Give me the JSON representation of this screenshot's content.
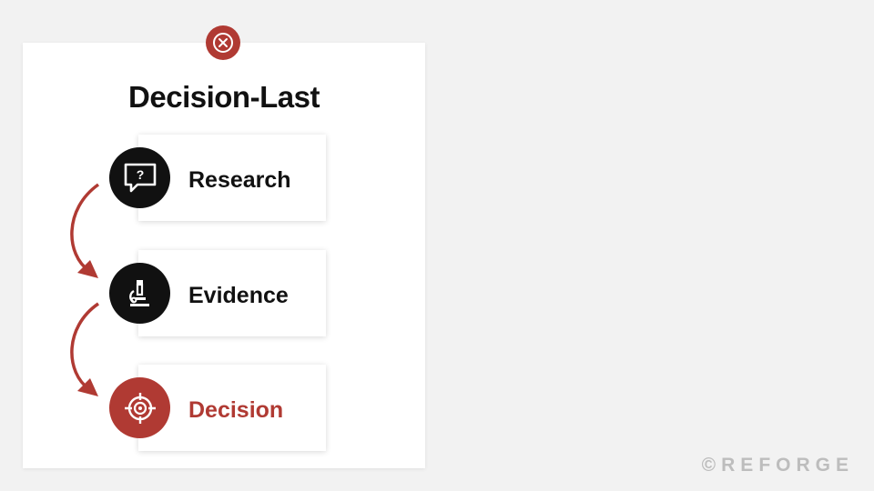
{
  "title": "Decision-Last",
  "steps": [
    {
      "label": "Research",
      "icon": "question-bubble-icon"
    },
    {
      "label": "Evidence",
      "icon": "microscope-icon"
    },
    {
      "label": "Decision",
      "icon": "target-icon"
    }
  ],
  "close_icon": "close-circle-icon",
  "brand": "©REFORGE",
  "colors": {
    "accent": "#b03a33",
    "icon_dark": "#111111",
    "text": "#111111",
    "background": "#f2f2f2",
    "brand": "#bdbdbd"
  }
}
